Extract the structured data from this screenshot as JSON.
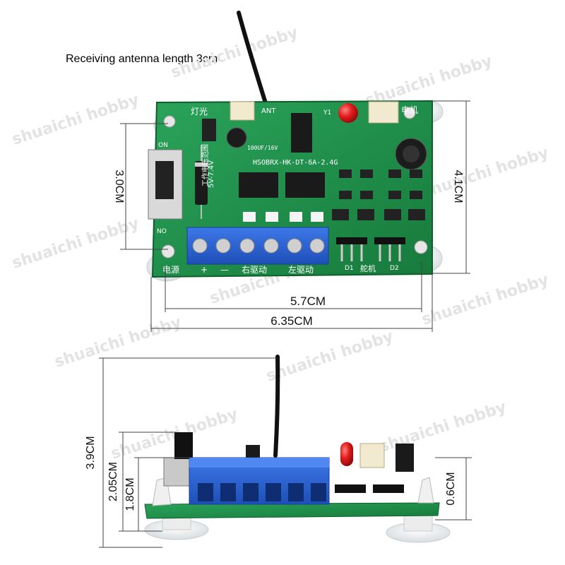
{
  "caption": "Receiving antenna length 3cm",
  "watermark": "shuaichi hobby",
  "top_view": {
    "dims": {
      "height_inner": "3.0CM",
      "height_outer": "4.1CM",
      "width_inner": "5.7CM",
      "width_outer": "6.35CM"
    },
    "silkscreen": {
      "light": "灯光",
      "ant": "ANT",
      "motor": "电机",
      "y1": "Y1",
      "cap_rating": "100UF/16V",
      "model": "HSOBRX-HK-DT-6A-2.4G",
      "voltage_range": "工作电压范围",
      "voltage": "5V-7.4V",
      "power": "电源",
      "plus": "+",
      "minus": "—",
      "right_drive": "右驱动",
      "left_drive": "左驱动",
      "servo": "舵机",
      "d1": "D1",
      "d2": "D2",
      "no": "NO",
      "on": "ON"
    }
  },
  "side_view": {
    "dims": {
      "total_height": "3.9CM",
      "switch_height": "2.05CM",
      "terminal_height": "1.8CM",
      "pcb_height": "0.6CM"
    }
  },
  "colors": {
    "pcb": "#1f8f4a",
    "terminal_blue": "#2a5fcf",
    "led_red": "#e21b1b"
  }
}
